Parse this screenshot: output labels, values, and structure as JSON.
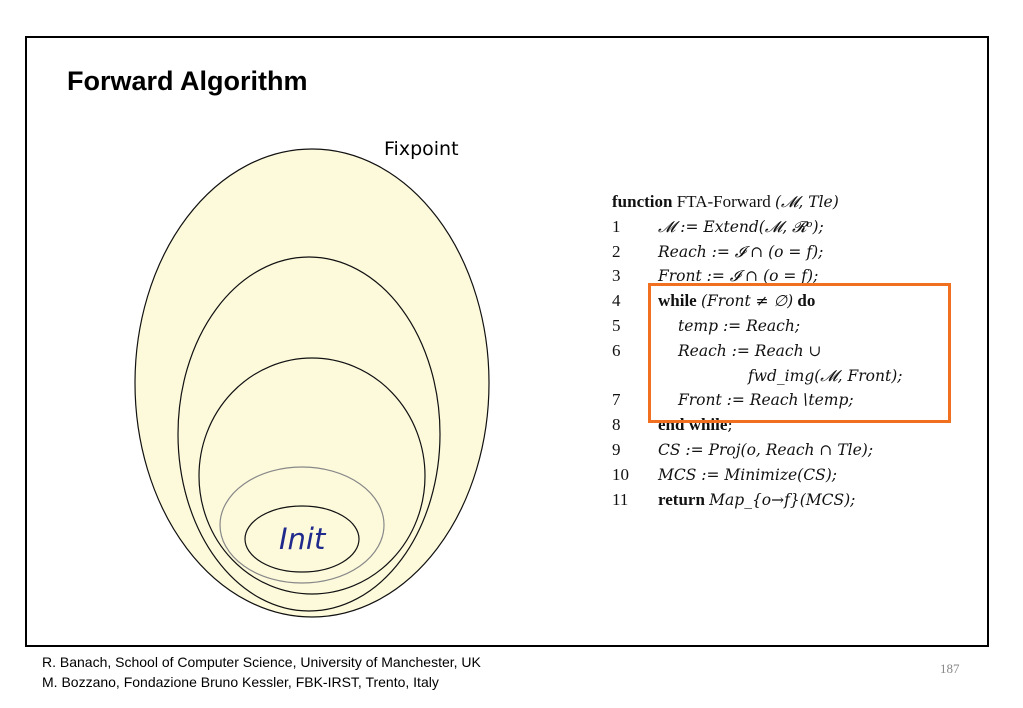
{
  "slide": {
    "title": "Forward Algorithm",
    "fixpoint_label": "Fixpoint",
    "init_label": "Init",
    "page_number": "187",
    "credits": [
      "R. Banach, School of  Computer Science, University of Manchester, UK",
      "M. Bozzano, Fondazione Bruno Kessler, FBK-IRST, Trento, Italy"
    ]
  },
  "colors": {
    "ellipse_fill": "#fdfadc",
    "highlight_box": "#f07020",
    "init_text": "#1f2a8c"
  },
  "algorithm": {
    "header_keyword": "function",
    "header_name": "FTA-Forward",
    "header_args": "(𝓜, Tle)",
    "lines": [
      {
        "num": "1",
        "keyword": "",
        "text": "𝓜 := Extend(𝓜, 𝓡ᵒ);",
        "indent": 1
      },
      {
        "num": "2",
        "keyword": "",
        "text": "Reach := 𝓘 ∩ (o = f);",
        "indent": 1
      },
      {
        "num": "3",
        "keyword": "",
        "text": "Front := 𝓘 ∩ (o = f);",
        "indent": 1
      },
      {
        "num": "4",
        "keyword": "while",
        "text": "(Front ≠ ∅)",
        "keyword2": "do",
        "indent": 1
      },
      {
        "num": "5",
        "keyword": "",
        "text": "temp := Reach;",
        "indent": 2
      },
      {
        "num": "6",
        "keyword": "",
        "text": "Reach := Reach ∪",
        "indent": 2
      },
      {
        "num": "",
        "keyword": "",
        "text": "fwd_img(𝓜, Front);",
        "indent": 3
      },
      {
        "num": "7",
        "keyword": "",
        "text": "Front := Reach∖temp;",
        "indent": 2
      },
      {
        "num": "8",
        "keyword": "end while",
        "text": ";",
        "indent": 1
      },
      {
        "num": "9",
        "keyword": "",
        "text": "CS := Proj(o, Reach ∩ Tle);",
        "indent": 1
      },
      {
        "num": "10",
        "keyword": "",
        "text": "MCS := Minimize(CS);",
        "indent": 1
      },
      {
        "num": "11",
        "keyword": "return",
        "text": "Map_{o→f}(MCS);",
        "indent": 1
      }
    ]
  }
}
